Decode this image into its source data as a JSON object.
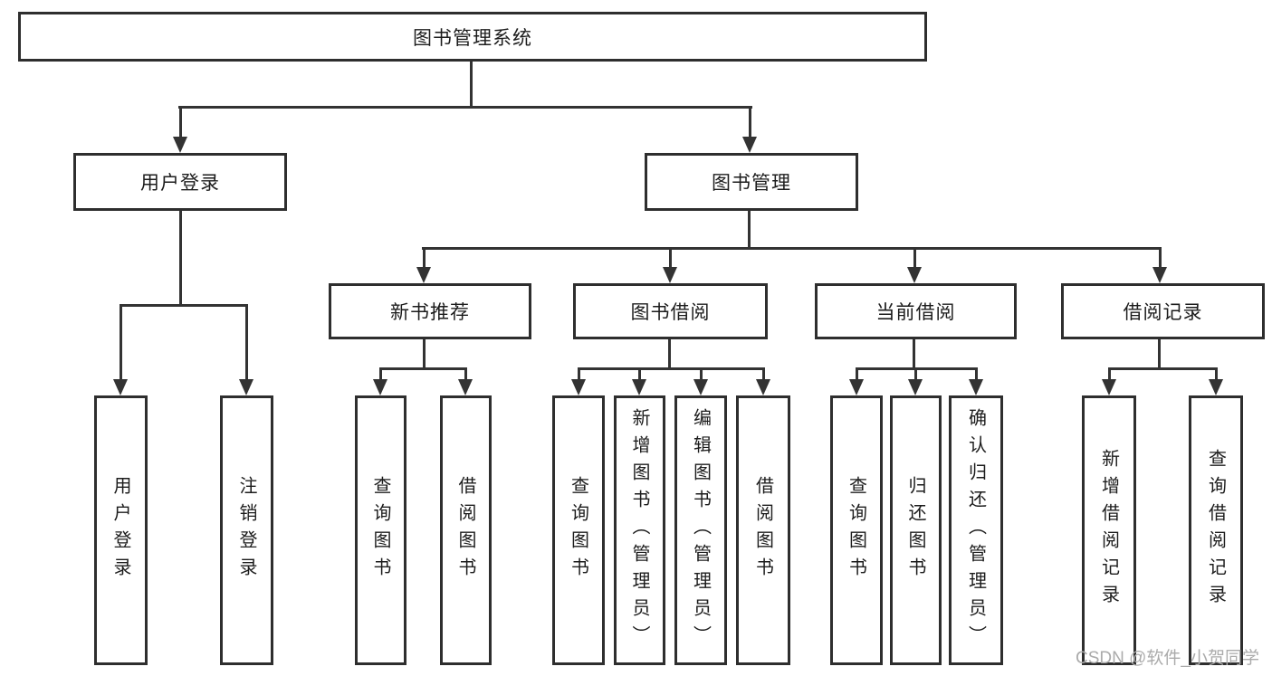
{
  "title": "图书管理系统",
  "branches": {
    "user_login": {
      "label": "用户登录",
      "children": [
        "用户登录",
        "注销登录"
      ]
    },
    "book_mgmt": {
      "label": "图书管理",
      "sections": [
        {
          "label": "新书推荐",
          "children": [
            "查询图书",
            "借阅图书"
          ]
        },
        {
          "label": "图书借阅",
          "children": [
            "查询图书",
            "新增图书（管理员）",
            "编辑图书（管理员）",
            "借阅图书"
          ]
        },
        {
          "label": "当前借阅",
          "children": [
            "查询图书",
            "归还图书",
            "确认归还（管理员）"
          ]
        },
        {
          "label": "借阅记录",
          "children": [
            "新增借阅记录",
            "查询借阅记录"
          ]
        }
      ]
    }
  },
  "watermark": "CSDN @软件_小贺同学",
  "colors": {
    "line": "#333333",
    "border": "#2e2e2e",
    "text": "#1c1c1c",
    "watermark": "#ababab",
    "background": "#ffffff"
  }
}
